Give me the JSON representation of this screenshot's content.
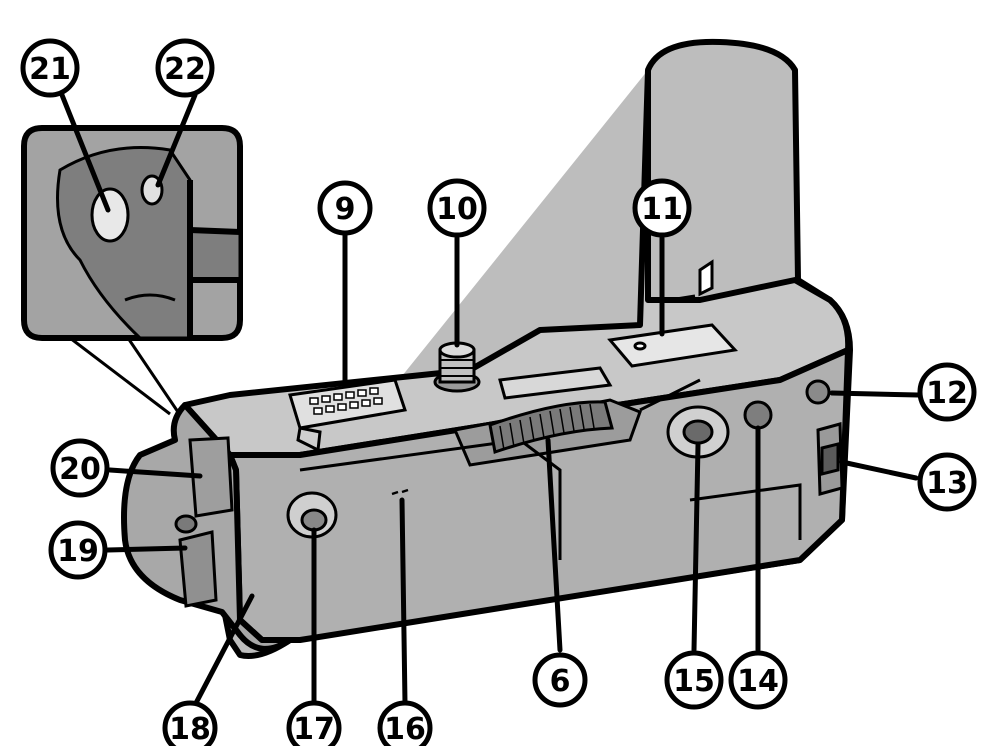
{
  "figure": {
    "subject": "battery-grip-illustration",
    "callouts": [
      {
        "id": "c21",
        "label": "21"
      },
      {
        "id": "c22",
        "label": "22"
      },
      {
        "id": "c9",
        "label": "9"
      },
      {
        "id": "c10",
        "label": "10"
      },
      {
        "id": "c11",
        "label": "11"
      },
      {
        "id": "c12",
        "label": "12"
      },
      {
        "id": "c13",
        "label": "13"
      },
      {
        "id": "c20",
        "label": "20"
      },
      {
        "id": "c19",
        "label": "19"
      },
      {
        "id": "c6",
        "label": "6"
      },
      {
        "id": "c15",
        "label": "15"
      },
      {
        "id": "c14",
        "label": "14"
      },
      {
        "id": "c18",
        "label": "18"
      },
      {
        "id": "c17",
        "label": "17"
      },
      {
        "id": "c16",
        "label": "16"
      }
    ]
  },
  "colors": {
    "body_fill": "#bdbdbd",
    "body_dark": "#8f8f8f",
    "outline": "#000000",
    "inset_fill": "#9a9a9a",
    "background": "#ffffff"
  }
}
